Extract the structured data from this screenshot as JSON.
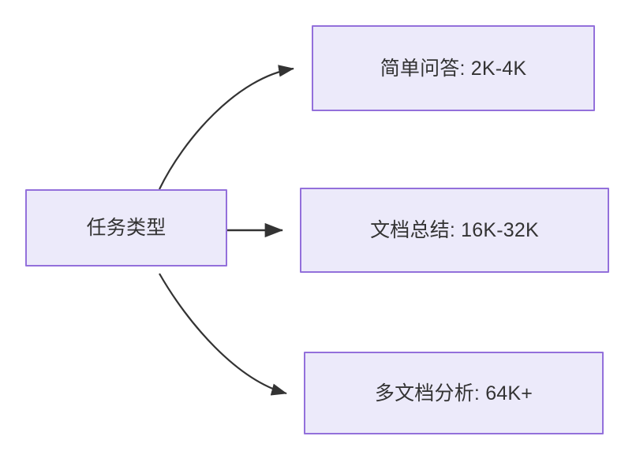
{
  "diagram": {
    "type": "flowchart",
    "direction": "left-to-right",
    "background_color": "#ffffff",
    "node_fill_color": "#ECEAFA",
    "node_border_color": "#9370DB",
    "node_text_color": "#333333",
    "edge_color": "#333333",
    "source": {
      "id": "task-type",
      "label": "任务类型"
    },
    "targets": [
      {
        "id": "simple-qa",
        "label": "简单问答: 2K-4K"
      },
      {
        "id": "doc-summary",
        "label": "文档总结: 16K-32K"
      },
      {
        "id": "multi-doc",
        "label": "多文档分析: 64K+"
      }
    ],
    "edges": [
      {
        "id": "edge-to-simple-qa",
        "from": "任务类型",
        "to": "简单问答: 2K-4K",
        "label": "",
        "style": "curved",
        "arrow": "arrowhead-icon"
      },
      {
        "id": "edge-to-doc-summary",
        "from": "任务类型",
        "to": "文档总结: 16K-32K",
        "label": "",
        "style": "straight",
        "arrow": "arrowhead-icon"
      },
      {
        "id": "edge-to-multi-doc",
        "from": "任务类型",
        "to": "多文档分析: 64K+",
        "label": "",
        "style": "curved",
        "arrow": "arrowhead-icon"
      }
    ]
  }
}
